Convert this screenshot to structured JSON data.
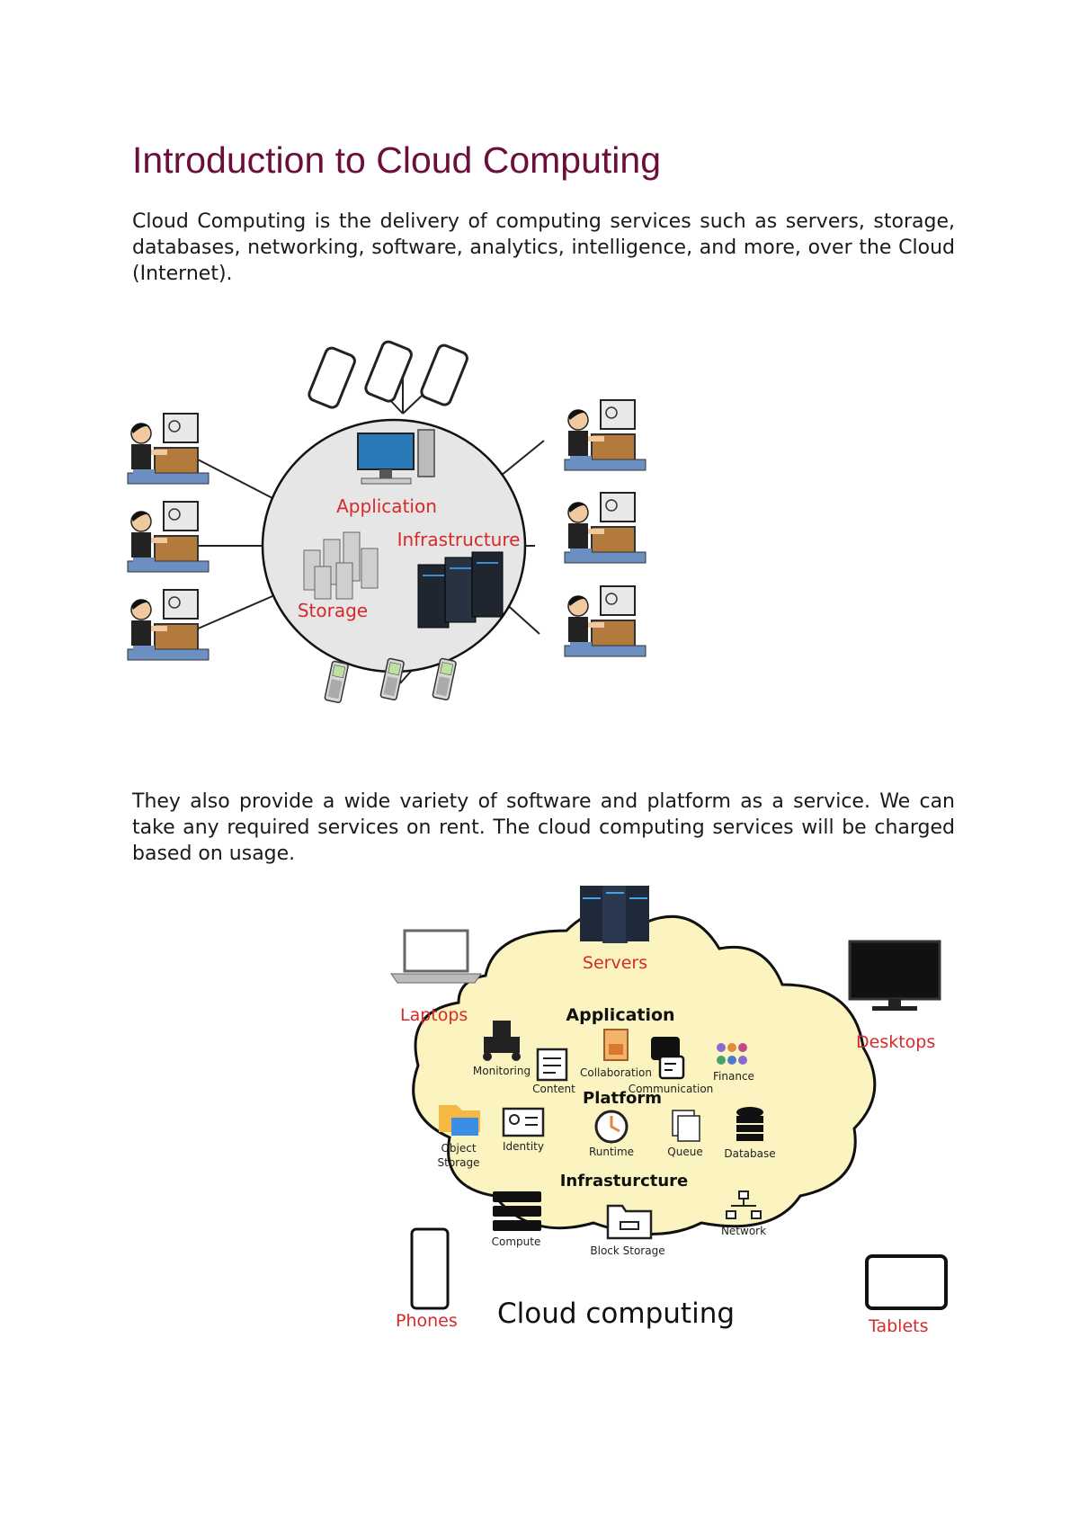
{
  "document": {
    "title": "Introduction to Cloud Computing",
    "paragraphs": [
      "Cloud Computing is the delivery of computing services such as servers, storage, databases, networking, software, analytics, intelligence, and more, over the Cloud (Internet).",
      "They also provide a wide variety of software and platform as a service. We can take any required services on rent. The cloud computing services will be charged based on usage."
    ]
  },
  "figure1": {
    "labels": {
      "application": "Application",
      "infrastructure": "Infrastructure",
      "storage": "Storage"
    }
  },
  "figure2": {
    "title": "Cloud computing",
    "devices": {
      "servers": "Servers",
      "laptops": "Laptops",
      "desktops": "Desktops",
      "phones": "Phones",
      "tablets": "Tablets"
    },
    "sections": {
      "application": "Application",
      "platform": "Platform",
      "infrastructure": "Infrasturcture"
    },
    "items": {
      "monitoring": "Monitoring",
      "content": "Content",
      "collaboration": "Collaboration",
      "communication": "Communication",
      "finance": "Finance",
      "object_storage_1": "Object",
      "object_storage_2": "Storage",
      "identity": "Identity",
      "runtime": "Runtime",
      "queue": "Queue",
      "database": "Database",
      "compute": "Compute",
      "block_storage": "Block Storage",
      "network": "Network"
    },
    "colors": {
      "label_red": "#d62a2a",
      "cloud_fill": "#fbf4c0"
    }
  }
}
